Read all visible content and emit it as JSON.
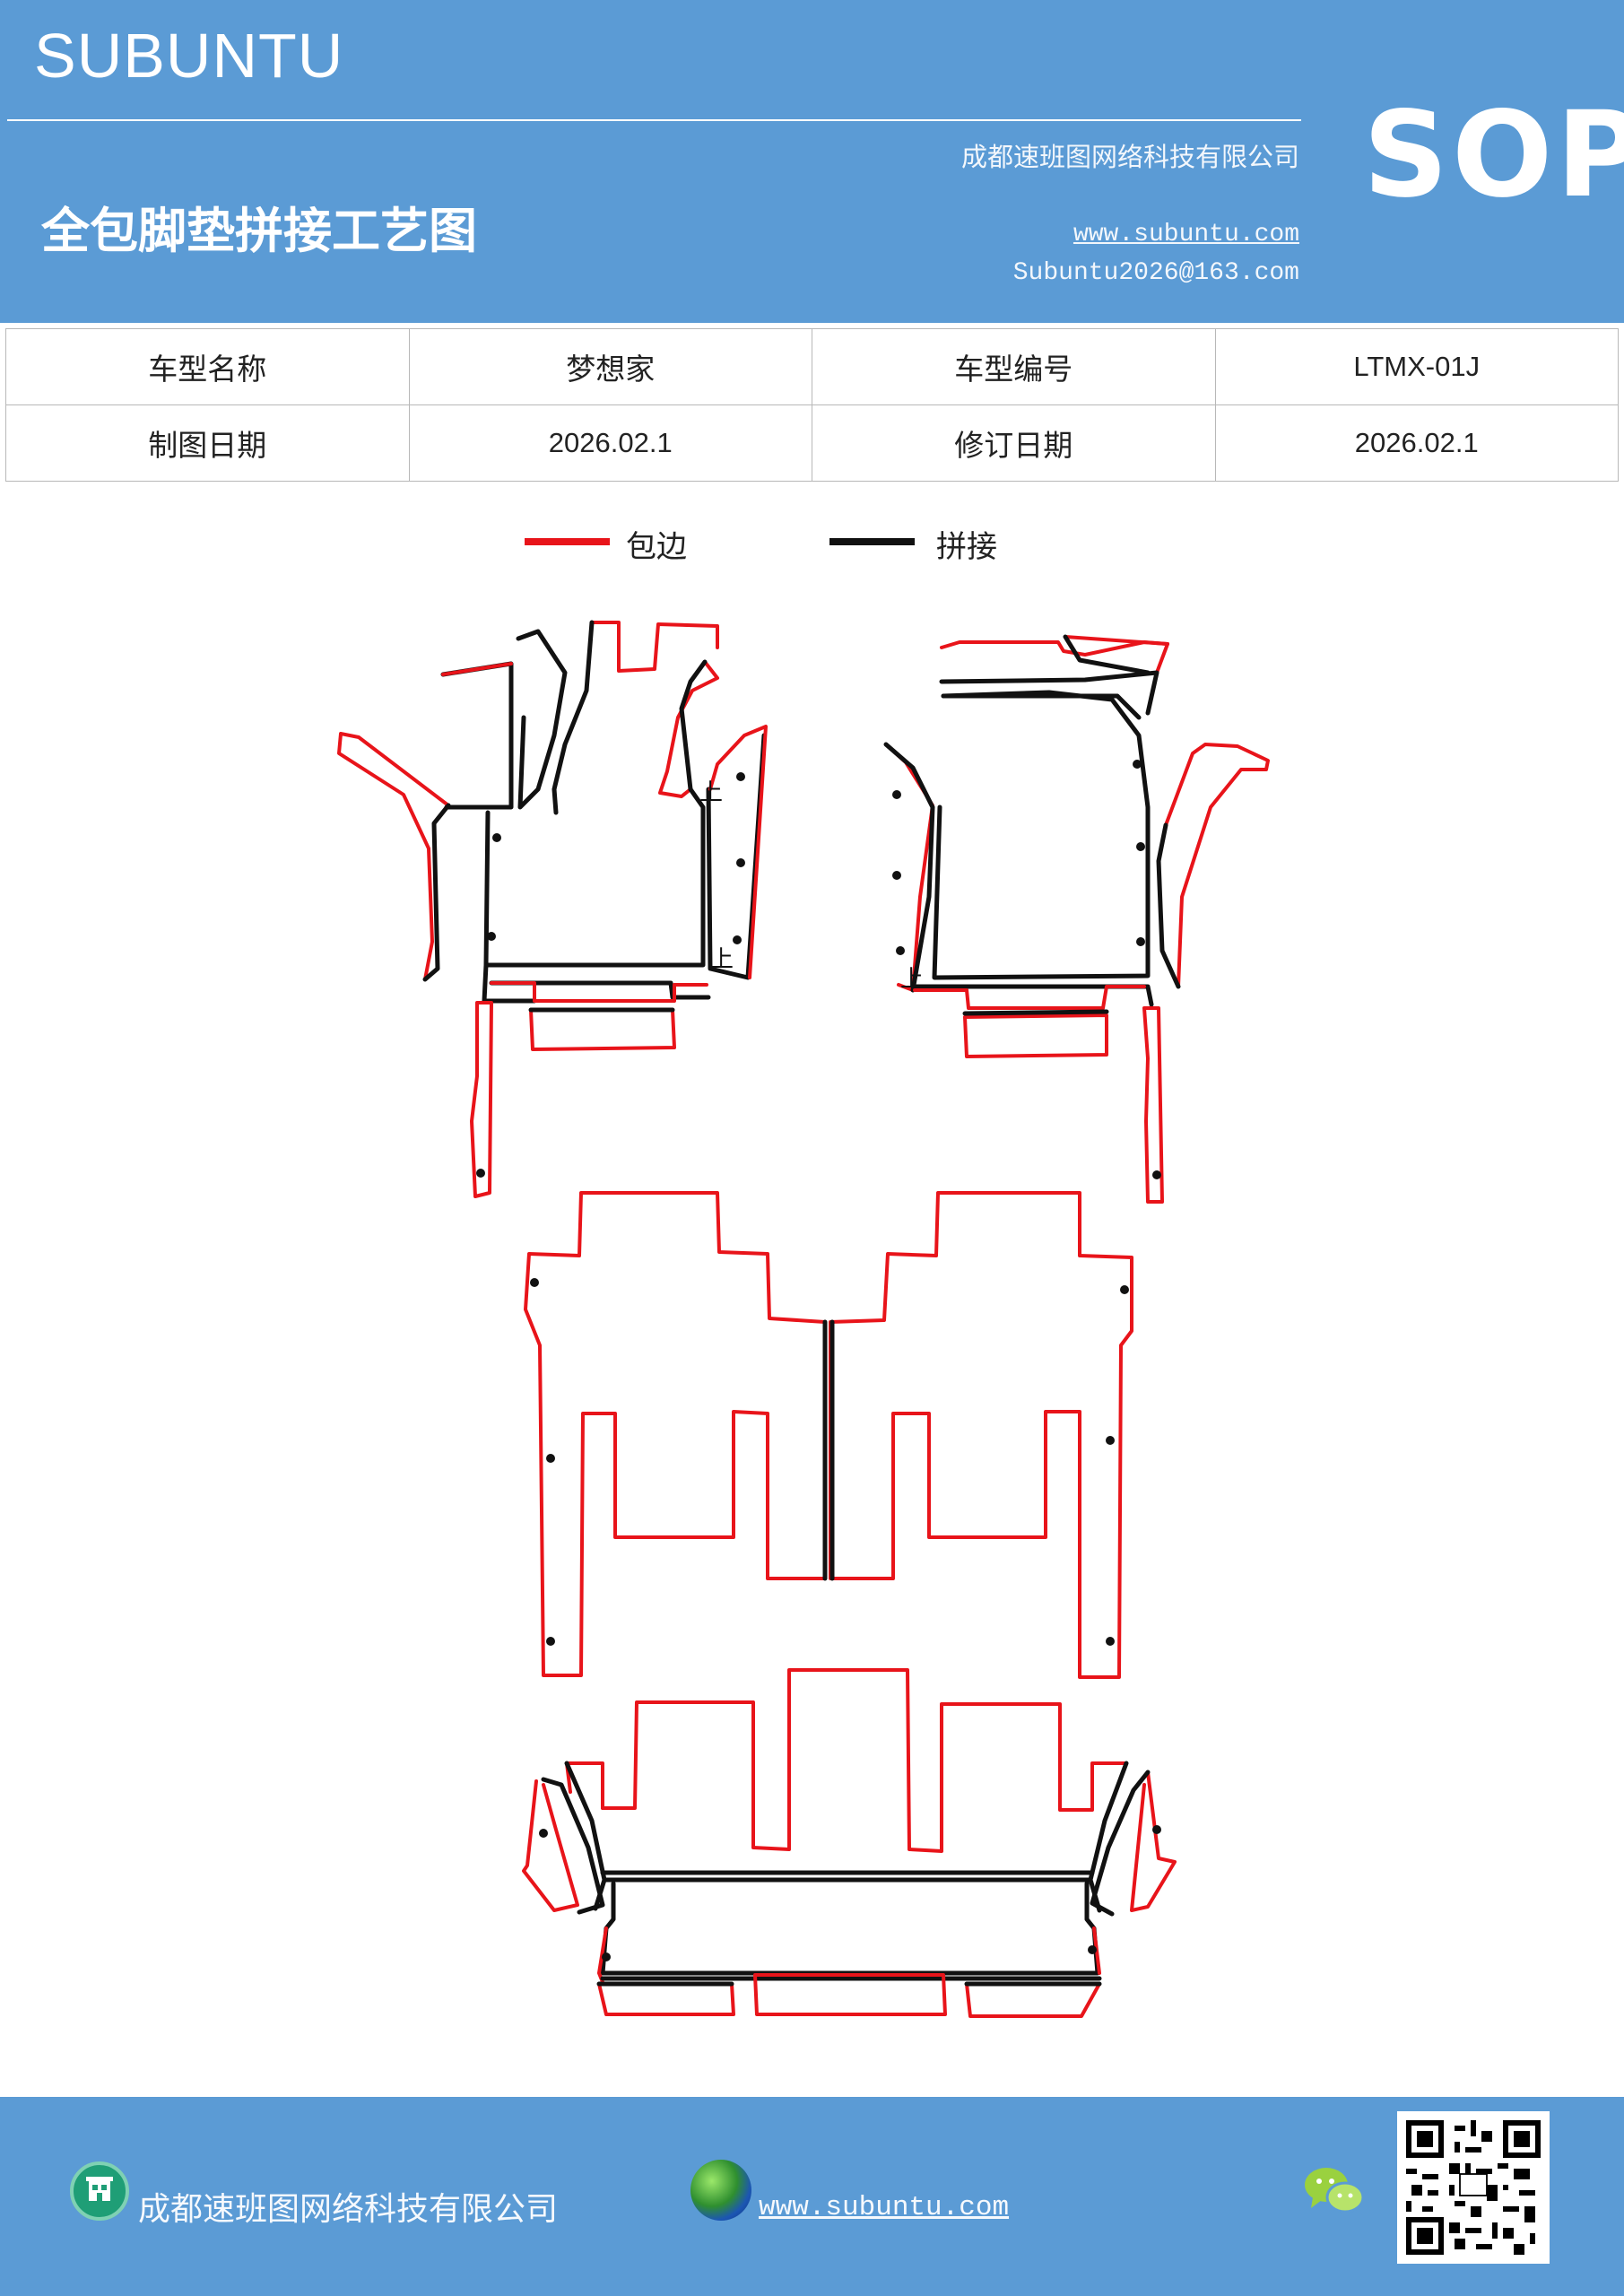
{
  "header": {
    "brand": "SUBUNTU",
    "company": "成都速班图网络科技有限公司",
    "title": "全包脚垫拼接工艺图",
    "website": "www.subuntu.com",
    "email": "Subuntu2026@163.com",
    "badge": "SOP"
  },
  "info_table": {
    "row1": {
      "label1": "车型名称",
      "value1": "梦想家",
      "label2": "车型编号",
      "value2": "LTMX-01J"
    },
    "row2": {
      "label1": "制图日期",
      "value1": "2026.02.1",
      "label2": "修订日期",
      "value2": "2026.02.1"
    }
  },
  "legend": {
    "items": [
      {
        "label": "包边",
        "color": "#e8141a"
      },
      {
        "label": "拼接",
        "color": "#111111"
      }
    ]
  },
  "diagram": {
    "marker_char": "上",
    "edge_color": "#e8141a",
    "seam_color": "#111111"
  },
  "footer": {
    "company": "成都速班图网络科技有限公司",
    "website": "www.subuntu.com",
    "icons": [
      "building-icon",
      "globe-icon",
      "wechat-icon",
      "qr-code"
    ]
  }
}
